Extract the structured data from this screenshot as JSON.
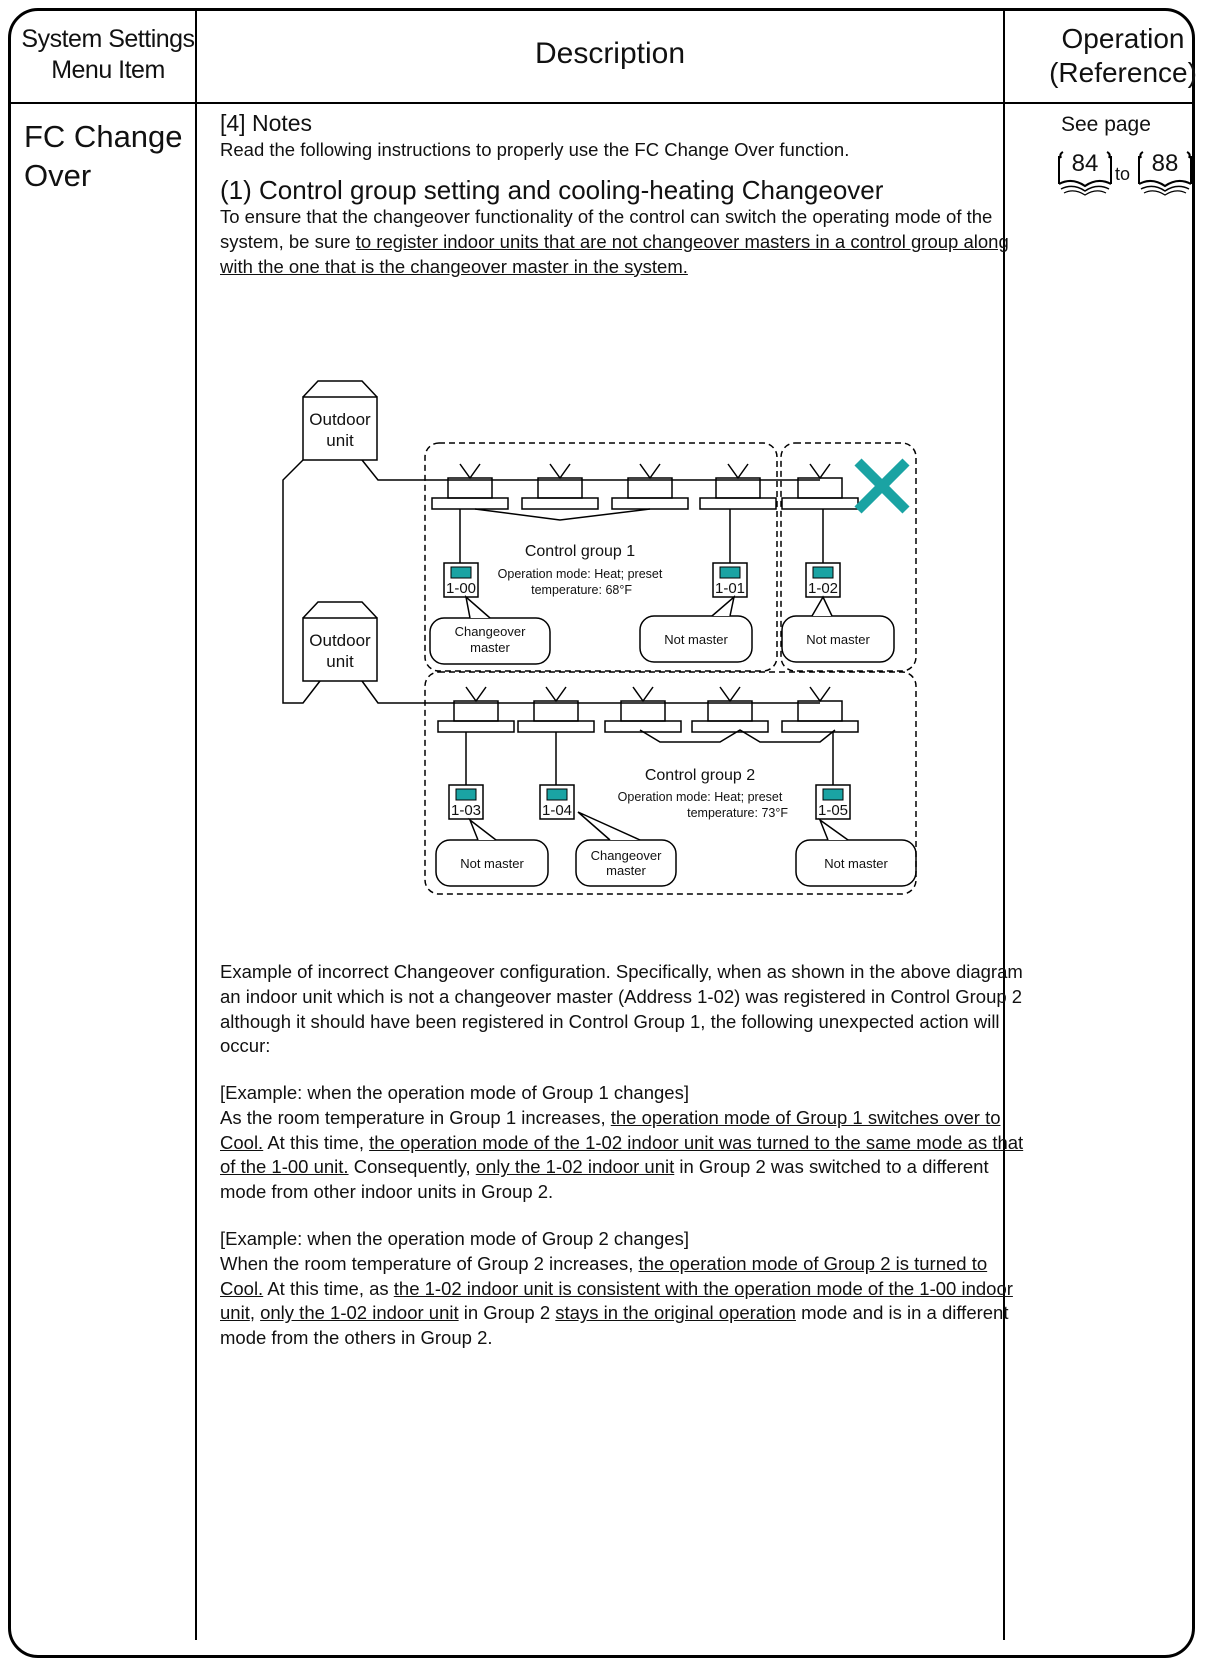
{
  "header": {
    "menu_line1": "System Settings",
    "menu_line2": "Menu Item",
    "description": "Description",
    "operation_line1": "Operation",
    "operation_line2": "(Reference)"
  },
  "menu_item": {
    "line1": "FC Change",
    "line2": "Over"
  },
  "reference": {
    "see_page": "See page",
    "from": "84",
    "to_word": "to",
    "to": "88"
  },
  "notes": {
    "title": "[4] Notes",
    "intro": "Read the following instructions to properly use the FC Change Over function.",
    "subheading": "(1) Control group setting and cooling-heating Changeover",
    "para1_plain": "To ensure that the changeover functionality of the control can switch the operating mode of the system, be sure ",
    "para1_underlined": "to register indoor units that are not changeover masters in a control group along with the one that is the changeover master in the system."
  },
  "diagram": {
    "outdoor_unit_line1": "Outdoor",
    "outdoor_unit_line2": "unit",
    "group1": {
      "title": "Control group 1",
      "mode_line1": "Operation mode: Heat; preset",
      "mode_line2": "temperature:  68°F",
      "units": [
        "1-00",
        "1-01"
      ],
      "callouts": [
        "Changeover",
        "master",
        "Not master"
      ]
    },
    "stray_unit": {
      "address": "1-02",
      "callout": "Not master"
    },
    "group2": {
      "title": "Control group 2",
      "mode_line1": "Operation mode: Heat; preset",
      "mode_line2": "temperature: 73°F",
      "units": [
        "1-03",
        "1-04",
        "1-05"
      ],
      "callouts": [
        "Not master",
        "Changeover",
        "master",
        "Not master"
      ]
    },
    "colors": {
      "remote_screen": "#1aa3a3",
      "cross": "#1aa3a3"
    }
  },
  "example": {
    "para": "Example of incorrect Changeover configuration. Specifically, when as shown in the above diagram an indoor unit which is not a changeover master (Address 1-02) was registered in Control Group 2 although it should have been registered in Control Group 1, the following unexpected action will occur:",
    "ex1_title": "[Example: when the operation mode of Group 1 changes]",
    "ex1_a": "As the room temperature in Group 1 increases, ",
    "ex1_b": "the operation mode of Group 1 switches over to Cool.",
    "ex1_c": " At this time, ",
    "ex1_d": "the operation mode of the 1-02 indoor unit was turned to the same mode as that of the 1-00 unit.",
    "ex1_e": " Consequently, ",
    "ex1_f": "only the 1-02 indoor unit",
    "ex1_g": " in Group 2 was switched to a different mode from other indoor units in Group 2.",
    "ex2_title": "[Example: when the operation mode of Group 2 changes]",
    "ex2_a": "When the room temperature of Group 2 increases, ",
    "ex2_b": "the operation mode of Group 2 is turned to Cool.",
    "ex2_c": " At this time, as ",
    "ex2_d": "the 1-02 indoor unit is consistent with the operation mode of the 1-00 indoor unit",
    "ex2_e": ", ",
    "ex2_f": "only the 1-02 indoor unit",
    "ex2_g": " in Group 2 ",
    "ex2_h": "stays in the original operation",
    "ex2_i": " mode and is in a different mode from the others in Group 2."
  }
}
